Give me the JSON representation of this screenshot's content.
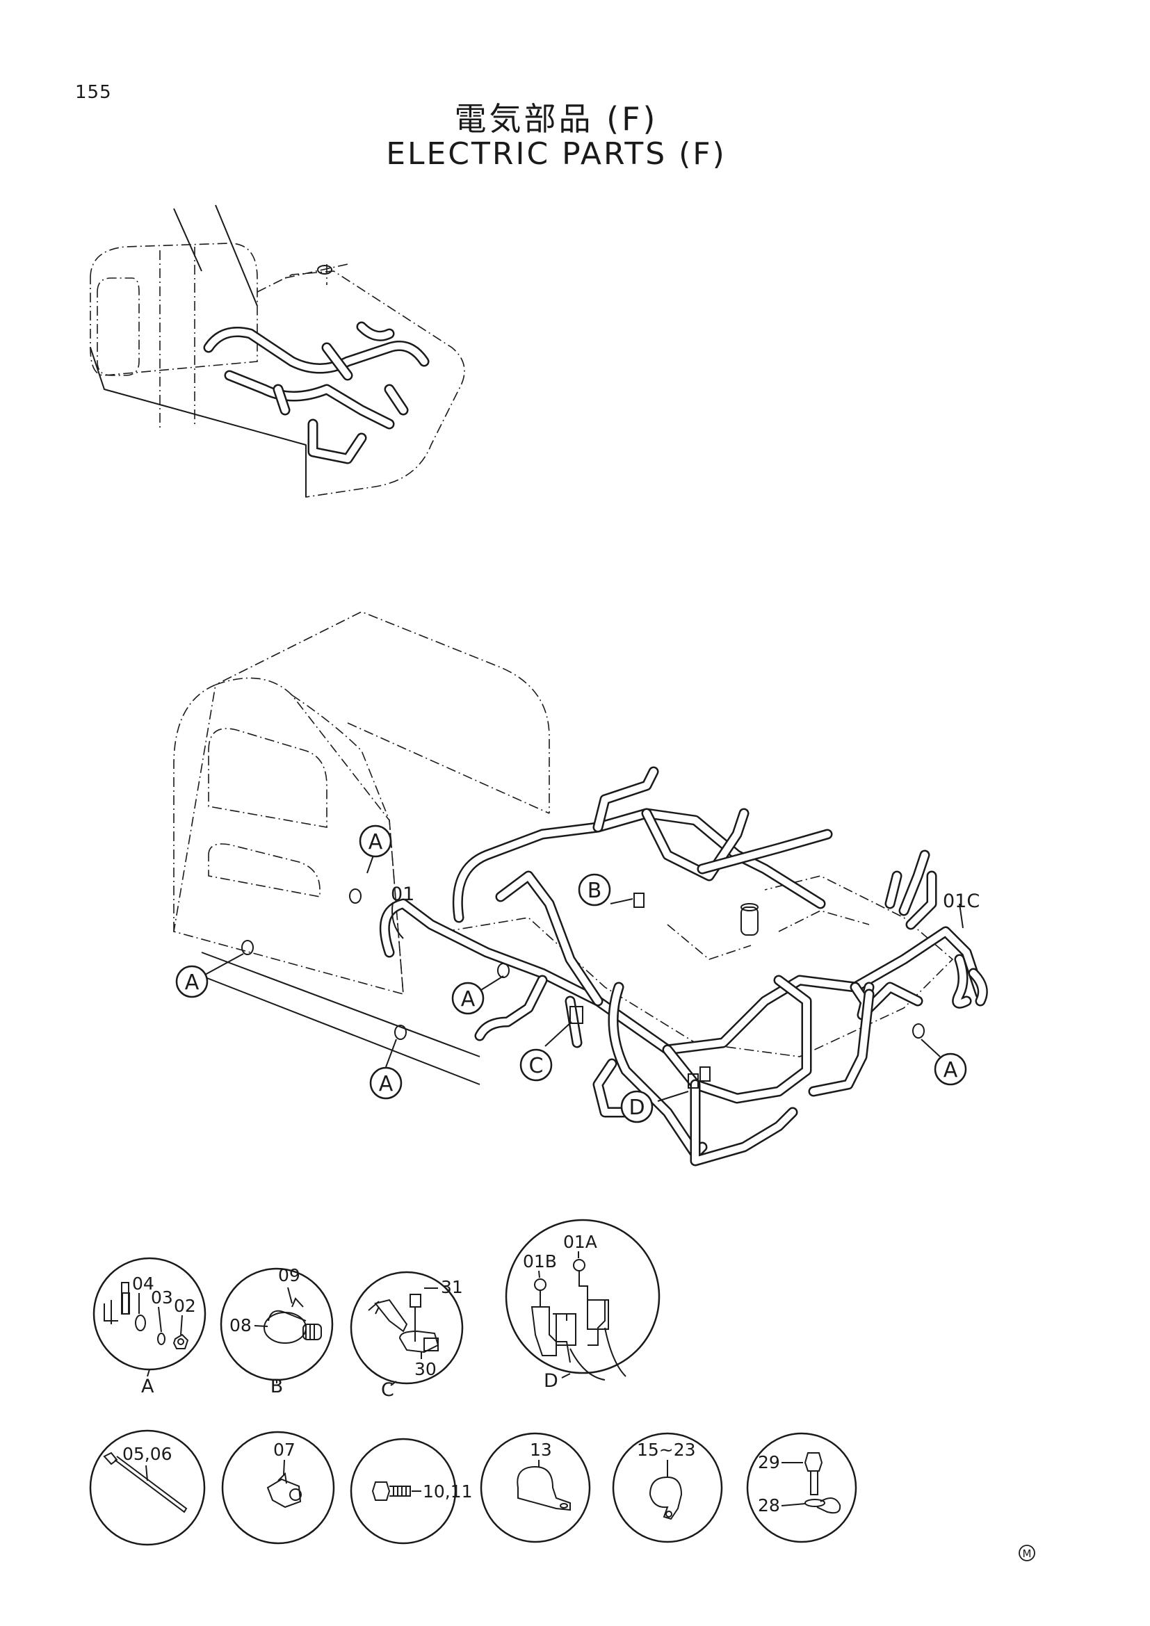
{
  "page_number": "155",
  "title_jp": "電気部品 (F)",
  "title_en": "ELECTRIC PARTS (F)",
  "callouts": {
    "A": "A",
    "B": "B",
    "C": "C",
    "D": "D"
  },
  "part_labels": {
    "p01": "01",
    "p01C": "01C",
    "p01A": "01A",
    "p01B": "01B",
    "p02": "02",
    "p03": "03",
    "p04": "04",
    "p0506": "05,06",
    "p07": "07",
    "p08": "08",
    "p09": "09",
    "p1011": "10,11",
    "p13": "13",
    "p1523": "15~23",
    "p28": "28",
    "p29": "29",
    "p30": "30",
    "p31": "31"
  },
  "mark": "M"
}
